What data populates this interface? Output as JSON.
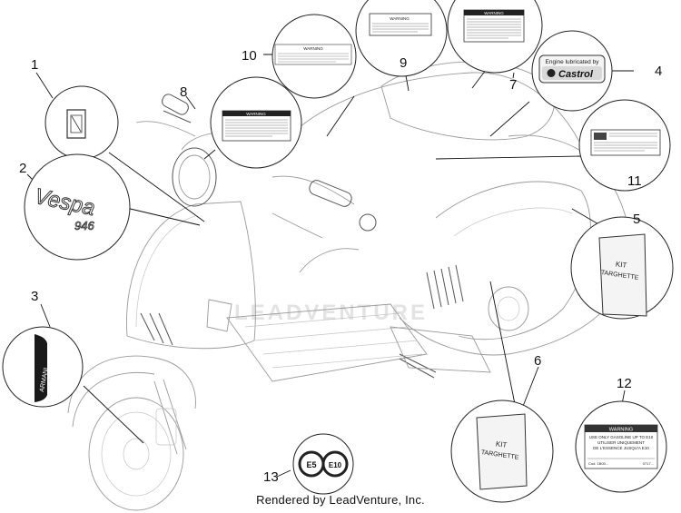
{
  "watermark": "LEADVENTURE",
  "footer": "Rendered by LeadVenture, Inc.",
  "callouts": [
    "1",
    "2",
    "3",
    "4",
    "5",
    "6",
    "7",
    "8",
    "9",
    "10",
    "11",
    "12",
    "13"
  ],
  "label_4": {
    "line1": "Engine lubricated by",
    "brand": "Castrol"
  },
  "label_2_script": "Vespa",
  "label_2_model": "946",
  "label_3_text": "ARMANI",
  "label_5": {
    "line1": "KIT",
    "line2": "TARGHETTE"
  },
  "label_6": {
    "line1": "KIT",
    "line2": "TARGHETTE"
  },
  "label_7_title": "WARNING",
  "label_8_title": "WARNING",
  "label_9_title": "WARNING",
  "label_10_title": "WARNING",
  "label_12": {
    "title": "WARNING",
    "line1": "USE ONLY GASOLINE UP TO E10",
    "line2": "UTILISER UNIQUEMENT",
    "line3": "DE L'ESSENCE JUSQU'A E10",
    "code_left": "Cod. 1B00...",
    "code_right": "0717..."
  },
  "label_13": {
    "left": "E5",
    "right": "E10"
  }
}
